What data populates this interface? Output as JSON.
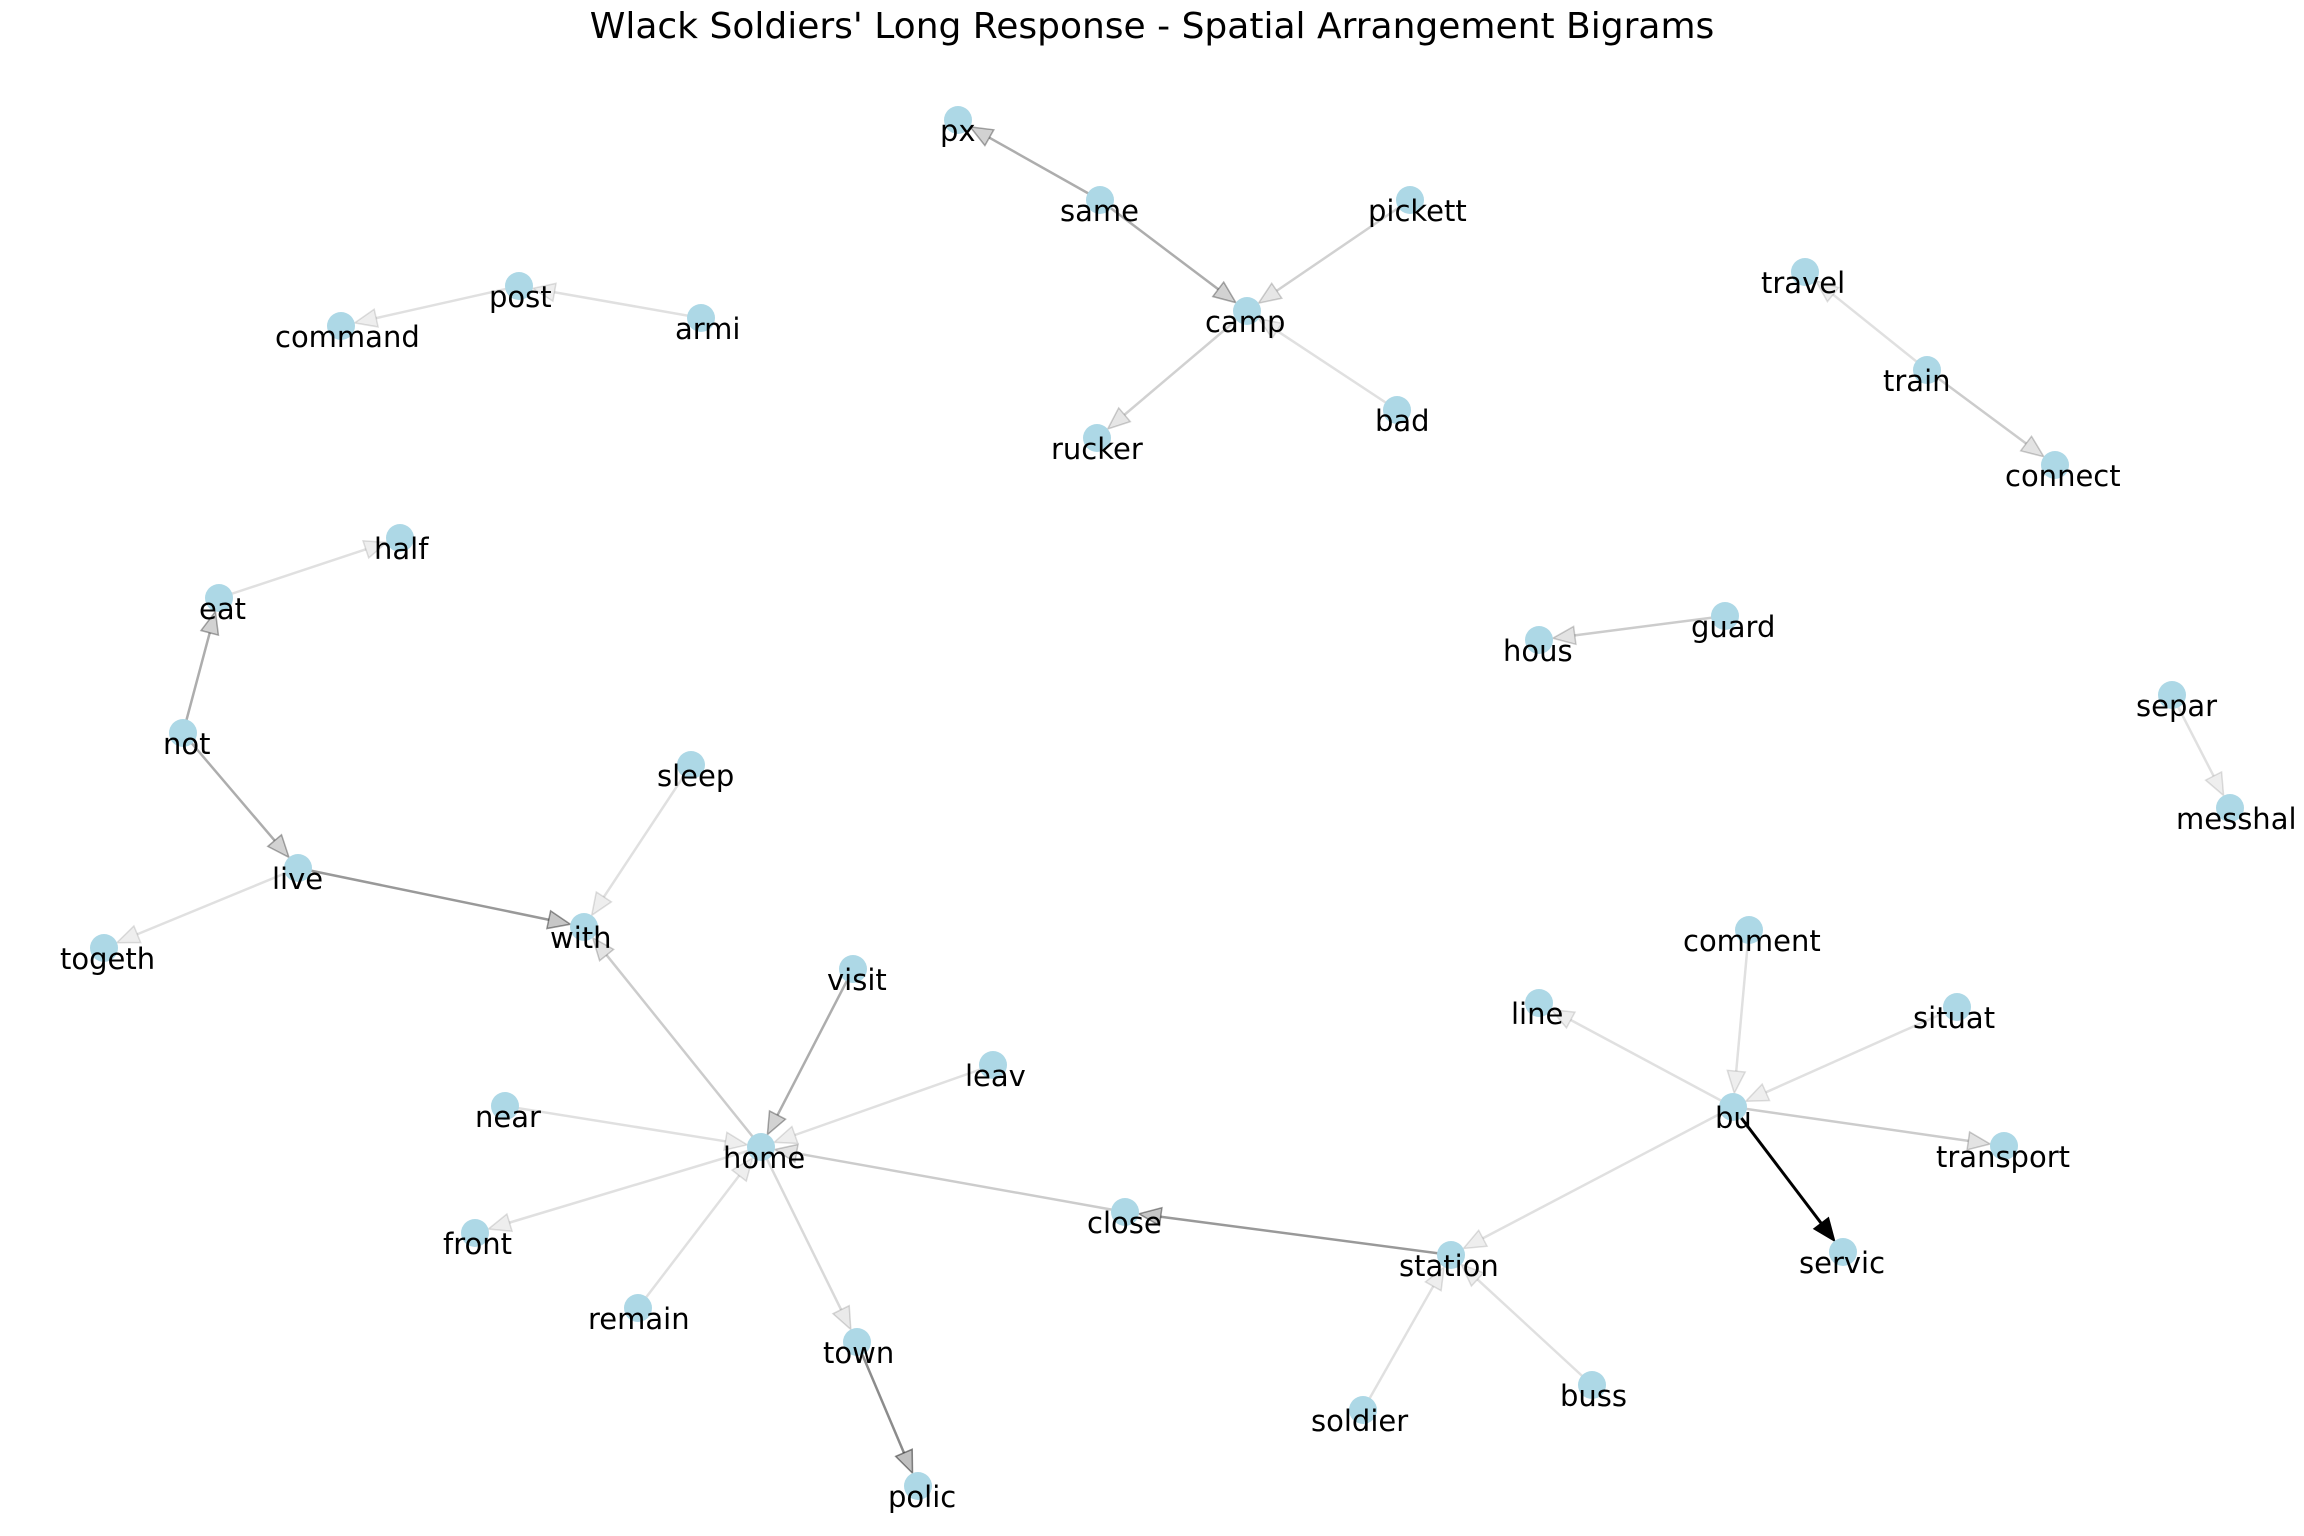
{
  "title": "Wlack Soldiers' Long Response - Spatial Arrangement Bigrams",
  "colors": {
    "node": "#add8e6",
    "edge": "#000000",
    "background": "#ffffff"
  },
  "nodes": [
    {
      "id": "px",
      "label": "px"
    },
    {
      "id": "same",
      "label": "same"
    },
    {
      "id": "pickett",
      "label": "pickett"
    },
    {
      "id": "camp",
      "label": "camp"
    },
    {
      "id": "rucker",
      "label": "rucker"
    },
    {
      "id": "bad",
      "label": "bad"
    },
    {
      "id": "travel",
      "label": "travel"
    },
    {
      "id": "train",
      "label": "train"
    },
    {
      "id": "connect",
      "label": "connect"
    },
    {
      "id": "command",
      "label": "command"
    },
    {
      "id": "post",
      "label": "post"
    },
    {
      "id": "armi",
      "label": "armi"
    },
    {
      "id": "half",
      "label": "half"
    },
    {
      "id": "eat",
      "label": "eat"
    },
    {
      "id": "not",
      "label": "not"
    },
    {
      "id": "hous",
      "label": "hous"
    },
    {
      "id": "guard",
      "label": "guard"
    },
    {
      "id": "separ",
      "label": "separ"
    },
    {
      "id": "messhal",
      "label": "messhal"
    },
    {
      "id": "sleep",
      "label": "sleep"
    },
    {
      "id": "live",
      "label": "live"
    },
    {
      "id": "with",
      "label": "with"
    },
    {
      "id": "togeth",
      "label": "togeth"
    },
    {
      "id": "visit",
      "label": "visit"
    },
    {
      "id": "leav",
      "label": "leav"
    },
    {
      "id": "near",
      "label": "near"
    },
    {
      "id": "home",
      "label": "home"
    },
    {
      "id": "front",
      "label": "front"
    },
    {
      "id": "remain",
      "label": "remain"
    },
    {
      "id": "town",
      "label": "town"
    },
    {
      "id": "polic",
      "label": "polic"
    },
    {
      "id": "close",
      "label": "close"
    },
    {
      "id": "station",
      "label": "station"
    },
    {
      "id": "soldier",
      "label": "soldier"
    },
    {
      "id": "buss",
      "label": "buss"
    },
    {
      "id": "comment",
      "label": "comment"
    },
    {
      "id": "line",
      "label": "line"
    },
    {
      "id": "situat",
      "label": "situat"
    },
    {
      "id": "bu",
      "label": "bu"
    },
    {
      "id": "transport",
      "label": "transport"
    },
    {
      "id": "servic",
      "label": "servic"
    }
  ],
  "edges": [
    {
      "source": "same",
      "target": "px",
      "weight": 0.32
    },
    {
      "source": "same",
      "target": "camp",
      "weight": 0.32
    },
    {
      "source": "pickett",
      "target": "camp",
      "weight": 0.18
    },
    {
      "source": "bad",
      "target": "camp",
      "weight": 0.12
    },
    {
      "source": "camp",
      "target": "rucker",
      "weight": 0.18
    },
    {
      "source": "train",
      "target": "travel",
      "weight": 0.12
    },
    {
      "source": "train",
      "target": "connect",
      "weight": 0.2
    },
    {
      "source": "post",
      "target": "command",
      "weight": 0.12
    },
    {
      "source": "armi",
      "target": "post",
      "weight": 0.12
    },
    {
      "source": "eat",
      "target": "half",
      "weight": 0.12
    },
    {
      "source": "not",
      "target": "eat",
      "weight": 0.32
    },
    {
      "source": "not",
      "target": "live",
      "weight": 0.32
    },
    {
      "source": "guard",
      "target": "hous",
      "weight": 0.2
    },
    {
      "source": "separ",
      "target": "messhal",
      "weight": 0.12
    },
    {
      "source": "sleep",
      "target": "with",
      "weight": 0.12
    },
    {
      "source": "live",
      "target": "with",
      "weight": 0.4
    },
    {
      "source": "live",
      "target": "togeth",
      "weight": 0.12
    },
    {
      "source": "home",
      "target": "with",
      "weight": 0.2
    },
    {
      "source": "visit",
      "target": "home",
      "weight": 0.32
    },
    {
      "source": "leav",
      "target": "home",
      "weight": 0.12
    },
    {
      "source": "near",
      "target": "home",
      "weight": 0.12
    },
    {
      "source": "home",
      "target": "front",
      "weight": 0.12
    },
    {
      "source": "remain",
      "target": "home",
      "weight": 0.12
    },
    {
      "source": "home",
      "target": "town",
      "weight": 0.15
    },
    {
      "source": "town",
      "target": "polic",
      "weight": 0.45
    },
    {
      "source": "close",
      "target": "home",
      "weight": 0.2
    },
    {
      "source": "station",
      "target": "close",
      "weight": 0.4
    },
    {
      "source": "soldier",
      "target": "station",
      "weight": 0.12
    },
    {
      "source": "buss",
      "target": "station",
      "weight": 0.12
    },
    {
      "source": "bu",
      "target": "station",
      "weight": 0.12
    },
    {
      "source": "comment",
      "target": "bu",
      "weight": 0.12
    },
    {
      "source": "bu",
      "target": "line",
      "weight": 0.12
    },
    {
      "source": "situat",
      "target": "bu",
      "weight": 0.12
    },
    {
      "source": "bu",
      "target": "transport",
      "weight": 0.2
    },
    {
      "source": "bu",
      "target": "servic",
      "weight": 1.0
    }
  ]
}
